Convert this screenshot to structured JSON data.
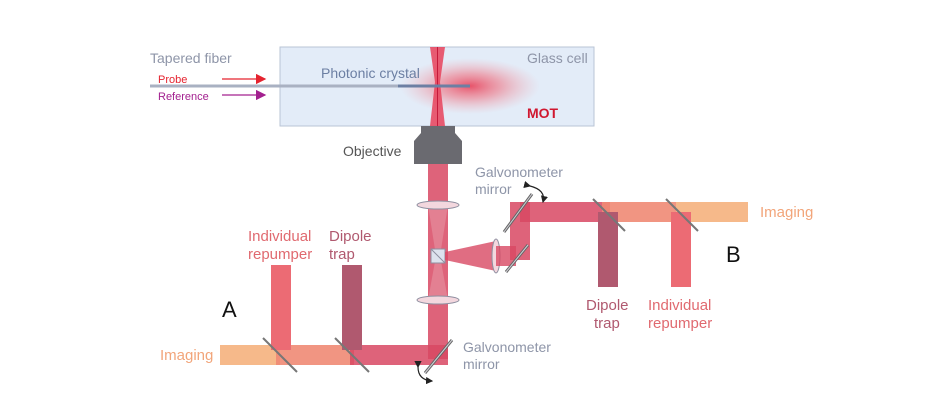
{
  "labels": {
    "tapered_fiber": "Tapered fiber",
    "probe": "Probe",
    "reference": "Reference",
    "photonic_crystal": "Photonic crystal",
    "glass_cell": "Glass cell",
    "mot": "MOT",
    "objective": "Objective",
    "galvo_top_line1": "Galvonometer",
    "galvo_top_line2": "mirror",
    "galvo_bottom_line1": "Galvonometer",
    "galvo_bottom_line2": "mirror",
    "indiv_left_line1": "Individual",
    "indiv_left_line2": "repumper",
    "dipole_left_line1": "Dipole",
    "dipole_left_line2": "trap",
    "imaging_left": "Imaging",
    "imaging_right": "Imaging",
    "dipole_right_line1": "Dipole",
    "dipole_right_line2": "trap",
    "indiv_right_line1": "Individual",
    "indiv_right_line2": "repumper",
    "panel_a": "A",
    "panel_b": "B"
  },
  "colors": {
    "imaging": "#f6b98a",
    "repumper": "#ec6b74",
    "dipole": "#b0596f",
    "combined": "#d84863",
    "mot": "#e8425a",
    "label_gray": "#8e95a8",
    "mot_text": "#d0172f",
    "probe_text": "#e5232f",
    "reference_text": "#a3208f",
    "objective": "#6a6a70"
  }
}
